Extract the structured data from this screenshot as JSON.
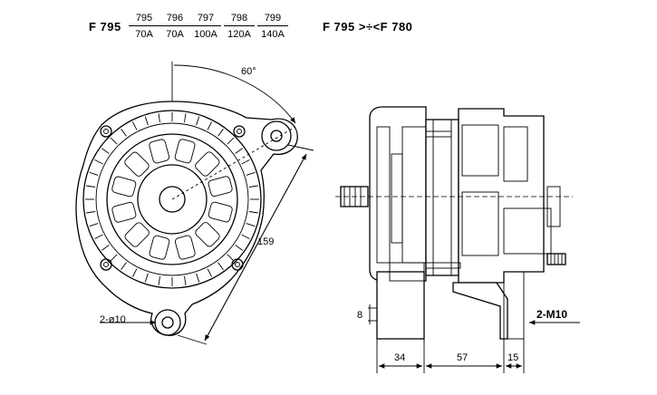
{
  "header": {
    "model": "F 795",
    "variants": [
      {
        "code": "795",
        "current": "70A"
      },
      {
        "code": "796",
        "current": "70A"
      },
      {
        "code": "797",
        "current": "100A"
      },
      {
        "code": "798",
        "current": "120A"
      },
      {
        "code": "799",
        "current": "140A"
      }
    ],
    "range_label": "F 795 >÷<F 780"
  },
  "front_view": {
    "angle_label": "60°",
    "diagonal_label": "159",
    "hole_label": "2-ø10"
  },
  "side_view": {
    "dim_left": "34",
    "dim_mid": "57",
    "dim_right": "15",
    "dim_height": "8",
    "bolt_label": "2-M10"
  }
}
